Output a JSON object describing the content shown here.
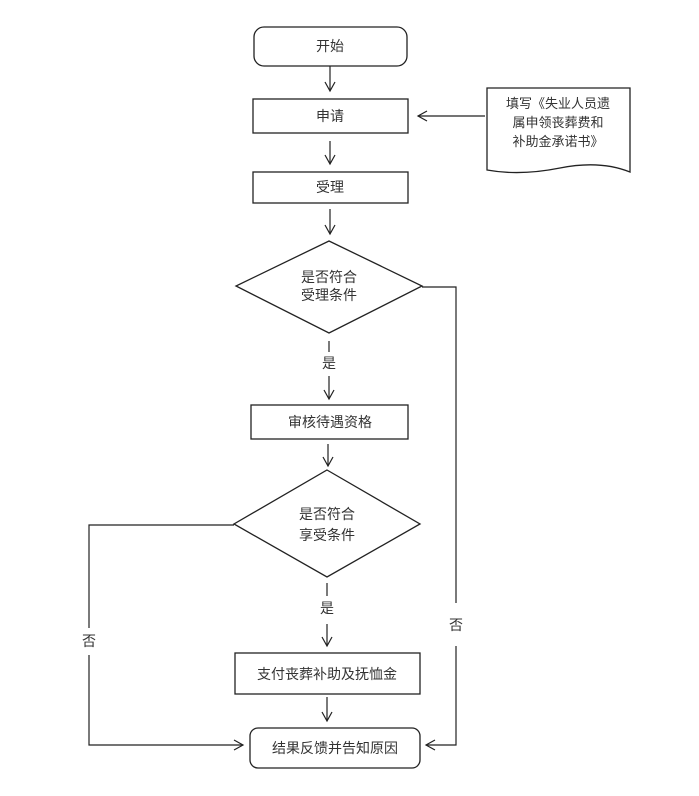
{
  "flowchart": {
    "start": "开始",
    "apply": "申请",
    "note": [
      "填写《失业人员遗",
      "属申领丧葬费和",
      "补助金承诺书》"
    ],
    "accept": "受理",
    "decision1": [
      "是否符合",
      "受理条件"
    ],
    "decision1_yes": "是",
    "review": "审核待遇资格",
    "decision2": [
      "是否符合",
      "享受条件"
    ],
    "decision2_yes": "是",
    "pay": "支付丧葬补助及抚恤金",
    "result": "结果反馈并告知原因",
    "no_left": "否",
    "no_right": "否"
  }
}
